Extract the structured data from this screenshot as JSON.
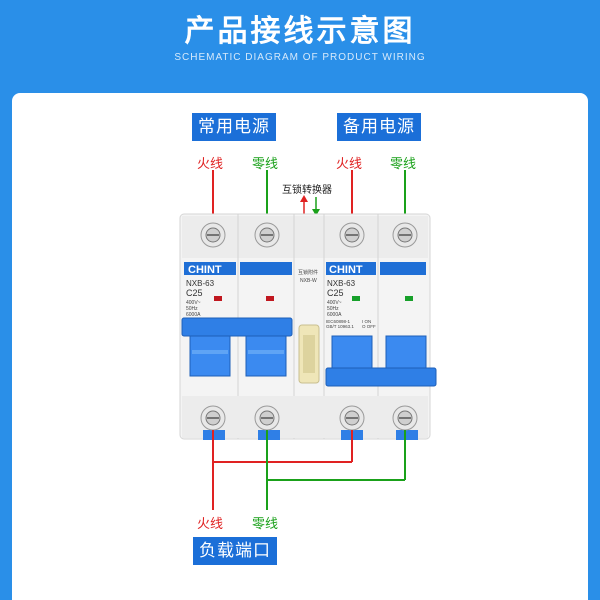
{
  "header": {
    "title": "产品接线示意图",
    "subtitle": "SCHEMATIC DIAGRAM OF PRODUCT WIRING"
  },
  "sources": {
    "main": "常用电源",
    "backup": "备用电源",
    "load": "负载端口"
  },
  "wires": {
    "live": "火线",
    "neutral": "零线",
    "live_color": "#e02222",
    "neutral_color": "#1aa11a"
  },
  "interlock": {
    "label": "互锁转换器",
    "module_title": "互锁附件",
    "module_model": "NXB-W"
  },
  "breaker": {
    "brand": "CHINT",
    "model": "NXB-63",
    "rating": "C25",
    "spec_voltage": "400V~",
    "spec_freq": "50Hz",
    "spec_capacity": "6000A",
    "standard_1": "IEC60898-1",
    "standard_2": "GB/T 10963.1",
    "on_label": "I ON",
    "off_label": "O OFF"
  },
  "colors": {
    "background": "#2a8fe8",
    "tag_bg": "#1b6fd8",
    "handle": "#2f7fe6"
  }
}
